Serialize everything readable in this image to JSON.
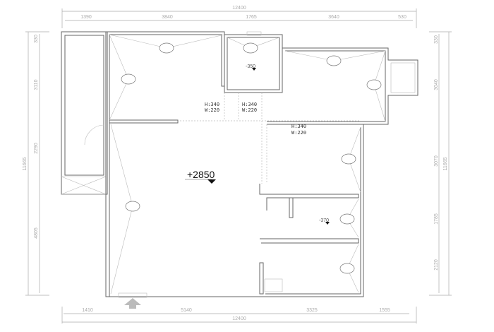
{
  "dimensions": {
    "top_total": "12400",
    "top_segments": [
      "1390",
      "3840",
      "1765",
      "3640",
      "530"
    ],
    "bottom_total": "12400",
    "bottom_segments": [
      "1410",
      "5140",
      "3325",
      "1555"
    ],
    "left_total": "11665",
    "left_segments": [
      "330",
      "3110",
      "2290",
      "4805"
    ],
    "right_total": "11665",
    "right_segments": [
      "330",
      "3040",
      "3070",
      "1785",
      "2120"
    ]
  },
  "openings": [
    {
      "h": "H:340",
      "w": "W:220"
    },
    {
      "h": "H:340",
      "w": "W:220"
    },
    {
      "h": "H:340",
      "w": "W:220"
    }
  ],
  "elevations": {
    "living": "+2850",
    "bath_top": "-350",
    "bath_right": "-370"
  }
}
